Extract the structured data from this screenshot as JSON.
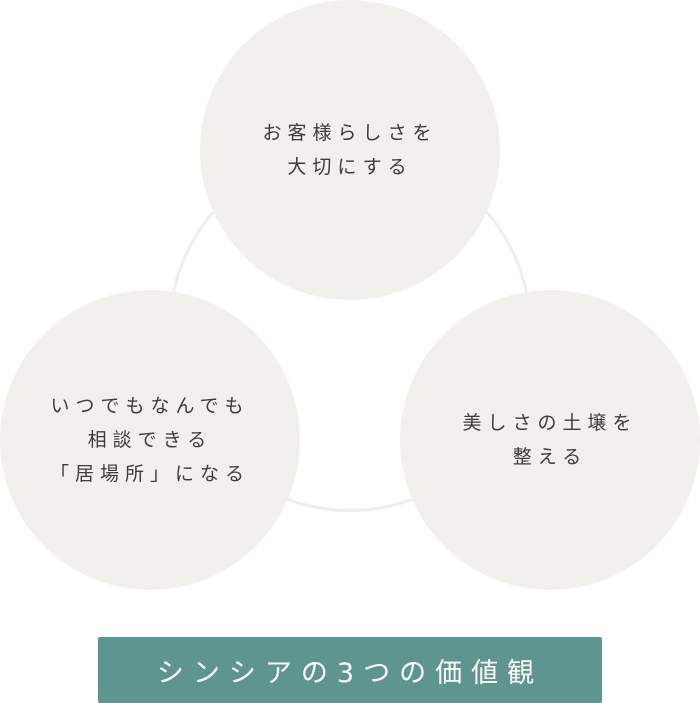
{
  "values": [
    {
      "lines": [
        "お客様らしさを",
        "大切にする"
      ]
    },
    {
      "lines": [
        "いつでもなんでも",
        "相談できる",
        "「居場所」になる"
      ]
    },
    {
      "lines": [
        "美しさの土壌を",
        "整える"
      ]
    }
  ],
  "banner": {
    "title": "シンシアの3つの価値観"
  },
  "colors": {
    "circle": "#f1f0ed",
    "banner": "#5e958e",
    "text": "#3f3b3a"
  }
}
